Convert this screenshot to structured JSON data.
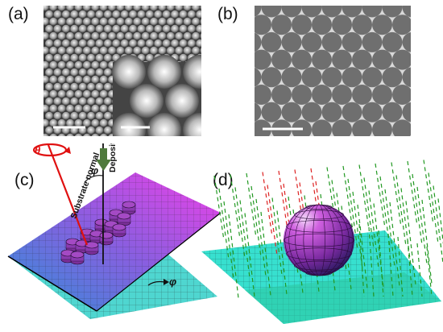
{
  "figure": {
    "panels": [
      {
        "id": "a",
        "label": "(a)"
      },
      {
        "id": "b",
        "label": "(b)"
      },
      {
        "id": "c",
        "label": "(c)"
      },
      {
        "id": "d",
        "label": "(d)"
      }
    ],
    "panel_c": {
      "deposition_label": "Deposition",
      "substrate_normal_label": "Substrate normal",
      "theta_symbol": "θ",
      "phi_symbol_top": "φ",
      "phi_symbol_bottom": "φ"
    },
    "colors": {
      "sem_bg": "#3a3a3a",
      "sem_b_bg": "#6e6e6e",
      "arrow_red": "#e01010",
      "deposition_arrow": "#4f7a3c",
      "plane_top_start": "#3a7bd5",
      "plane_top_end": "#e040e0",
      "plane_cyan": "#33e0d0",
      "sphere_magenta": "#b030c0",
      "dash_green": "#229922",
      "dash_red": "#dd2222"
    }
  }
}
